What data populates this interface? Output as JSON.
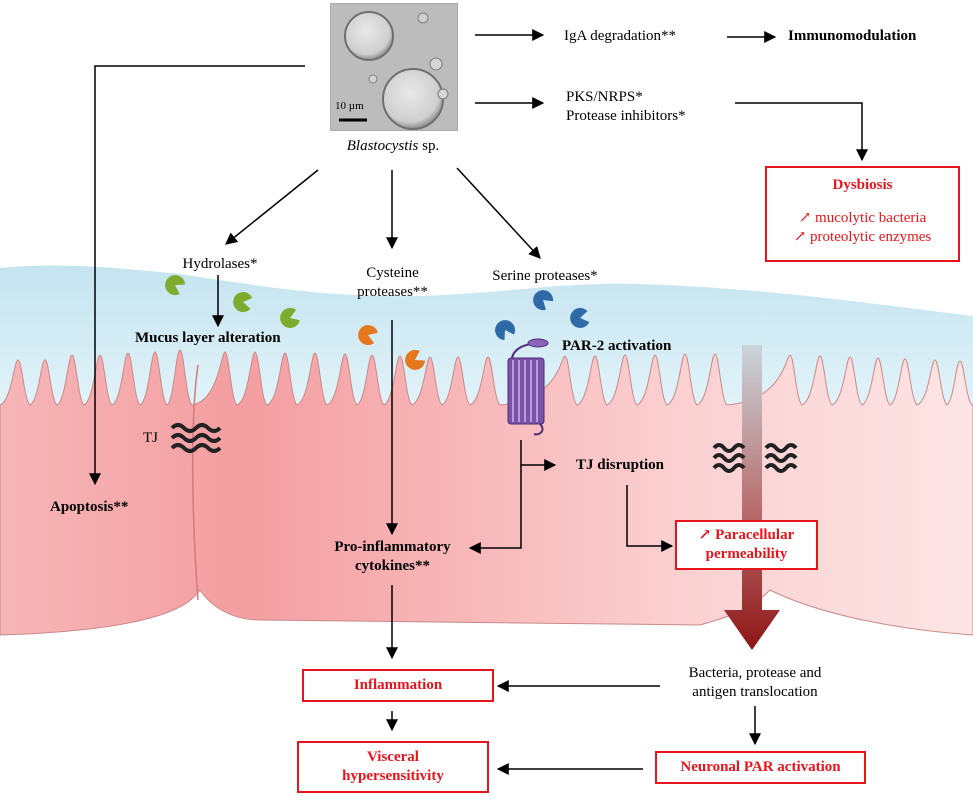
{
  "organism": {
    "name": "Blastocystis",
    "suffix": " sp."
  },
  "micrograph": {
    "scale_label": "10 µm"
  },
  "labels": {
    "iga": "IgA degradation**",
    "immunomodulation": "Immunomodulation",
    "pks": "PKS/NRPS*",
    "protease_inhibitors": "Protease inhibitors*",
    "hydrolases": "Hydrolases*",
    "cysteine_line1": "Cysteine",
    "cysteine_line2": "proteases**",
    "serine": "Serine proteases*",
    "mucus": "Mucus layer alteration",
    "par2": "PAR-2 activation",
    "tj": "TJ",
    "tj_disruption": "TJ disruption",
    "apoptosis": "Apoptosis**",
    "cytokines_line1": "Pro-inflammatory",
    "cytokines_line2": "cytokines**",
    "translocation_line1": "Bacteria, protease and",
    "translocation_line2": "antigen translocation"
  },
  "boxes": {
    "dysbiosis": {
      "title": "Dysbiosis",
      "item1": "↗ mucolytic bacteria",
      "item2": "↗ proteolytic enzymes"
    },
    "paracellular": {
      "line1": "↗ Paracellular",
      "line2": "permeability"
    },
    "inflammation": "Inflammation",
    "visceral": {
      "line1": "Visceral",
      "line2": "hypersensitivity"
    },
    "neuronal": "Neuronal PAR activation"
  },
  "colors": {
    "mucus": "#cde9f3",
    "tissue": "#f7b8ba",
    "tissue_light": "#fde2e2",
    "highlight": "#e8141c",
    "hydrolase": "#7eaa2e",
    "cysteine": "#e5781e",
    "serine": "#2f6aa8",
    "receptor": "#7a52a8",
    "arrow": "#9b1c1c"
  }
}
